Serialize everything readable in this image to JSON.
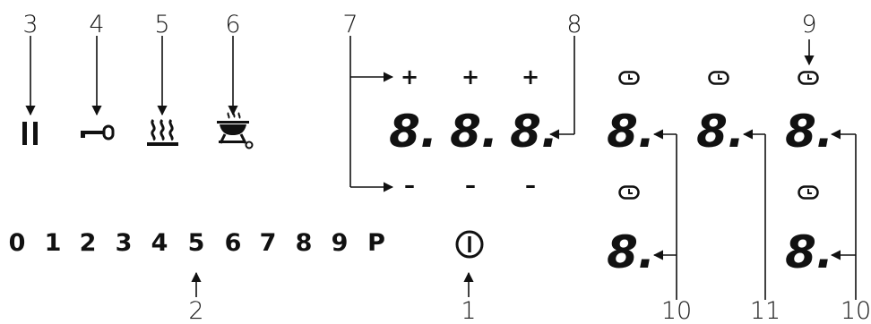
{
  "callouts": {
    "c1": "1",
    "c2": "2",
    "c3": "3",
    "c4": "4",
    "c5": "5",
    "c6": "6",
    "c7": "7",
    "c8": "8",
    "c9": "9",
    "c10a": "10",
    "c10b": "10",
    "c11": "11"
  },
  "power_levels": [
    "0",
    "1",
    "2",
    "3",
    "4",
    "5",
    "6",
    "7",
    "8",
    "9",
    "P"
  ],
  "plus_minus": {
    "plus": "+",
    "minus": "–"
  },
  "displays": {
    "main": [
      "8.",
      "8.",
      "8."
    ],
    "zones_top": [
      "8.",
      "8.",
      "8."
    ],
    "zones_bottom": [
      "8.",
      "8."
    ]
  },
  "icons": [
    "pause-icon",
    "key-lock-icon",
    "keep-warm-icon",
    "bbq-grill-icon",
    "power-button-icon",
    "timer-icon"
  ]
}
